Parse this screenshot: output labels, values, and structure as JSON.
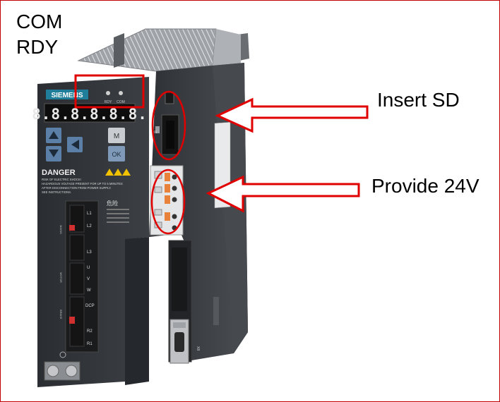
{
  "labels": {
    "com": "COM",
    "rdy": "RDY",
    "insert_sd": "Insert SD",
    "provide_24v": "Provide 24V"
  },
  "device": {
    "brand": "SIEMENS",
    "display": "8.8.8.8.8.8.",
    "led_labels": [
      "RDY",
      "COM"
    ],
    "keys": {
      "m": "M",
      "ok": "OK"
    },
    "warning_title": "DANGER",
    "warning_lines": [
      "RISK OF ELECTRIC SHOCK!",
      "HAZARDOUS VOLTAGE PRESENT FOR UP TO 5 MINUTES",
      "AFTER DISCONNECTION FROM POWER SUPPLY.",
      "SEE INSTRUCTIONS."
    ],
    "cn_warning_title": "危险",
    "terminal_labels": [
      "L1",
      "L2",
      "L3",
      "U",
      "V",
      "W",
      "DCP",
      "R2",
      "R1"
    ],
    "section_labels": [
      "MAINS",
      "MOTOR",
      "BRAKE"
    ],
    "side_labels": [
      "X6",
      "X8"
    ]
  },
  "colors": {
    "annotation": "#e00000",
    "body": "#3a3d41",
    "front": "#2c2f33",
    "key_blue": "#5b7fa6",
    "display_bg": "#0d0d0d",
    "terminal_orange": "#e8823a"
  }
}
